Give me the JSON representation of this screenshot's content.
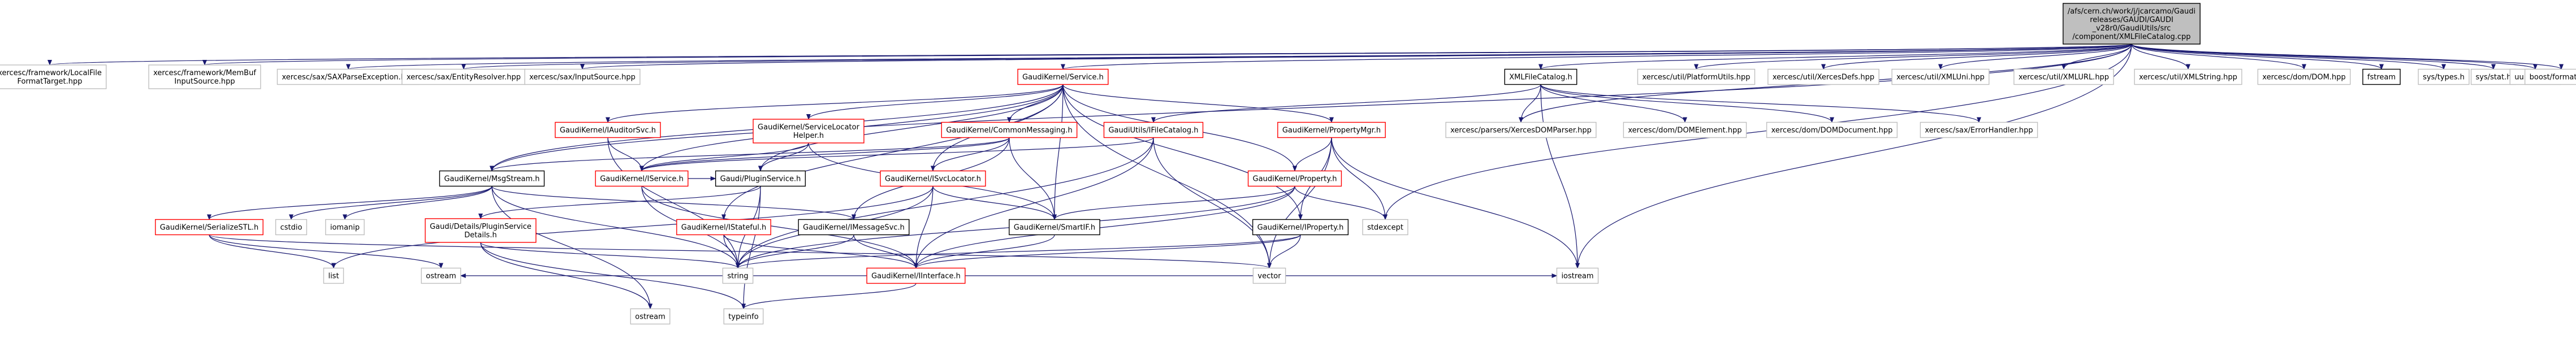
{
  "graph": {
    "colors": {
      "edge": "#191970",
      "default_border": "#bfbfbf",
      "undocumented_border": "#ff0000",
      "root_fill": "#bfbfbf",
      "root_border": "#000000",
      "documented_border": "#000000",
      "node_fill": "#ffffff"
    },
    "nodes": [
      {
        "id": "root",
        "lines": [
          "/afs/cern.ch/work/j/jcarcamo/Gaudi",
          "releases/GAUDI/GAUDI",
          "_v28r0/GaudiUtils/src",
          "/component/XMLFileCatalog.cpp"
        ],
        "style": "root"
      },
      {
        "id": "lft",
        "lines": [
          "xercesc/framework/LocalFile",
          "FormatTarget.hpp"
        ],
        "style": "default"
      },
      {
        "id": "mbi",
        "lines": [
          "xercesc/framework/MemBuf",
          "InputSource.hpp"
        ],
        "style": "default"
      },
      {
        "id": "sax",
        "lines": [
          "xercesc/sax/SAXParseException.hpp"
        ],
        "style": "default"
      },
      {
        "id": "ent",
        "lines": [
          "xercesc/sax/EntityResolver.hpp"
        ],
        "style": "default"
      },
      {
        "id": "inp",
        "lines": [
          "xercesc/sax/InputSource.hpp"
        ],
        "style": "default"
      },
      {
        "id": "svc",
        "lines": [
          "GaudiKernel/Service.h"
        ],
        "style": "red"
      },
      {
        "id": "xfc",
        "lines": [
          "XMLFileCatalog.h"
        ],
        "style": "black"
      },
      {
        "id": "upu",
        "lines": [
          "xercesc/util/PlatformUtils.hpp"
        ],
        "style": "default"
      },
      {
        "id": "xds",
        "lines": [
          "xercesc/util/XercesDefs.hpp"
        ],
        "style": "default"
      },
      {
        "id": "xuri",
        "lines": [
          "xercesc/util/XMLUni.hpp"
        ],
        "style": "default"
      },
      {
        "id": "xurl",
        "lines": [
          "xercesc/util/XMLURL.hpp"
        ],
        "style": "default"
      },
      {
        "id": "xstr",
        "lines": [
          "xercesc/util/XMLString.hpp"
        ],
        "style": "default"
      },
      {
        "id": "dom",
        "lines": [
          "xercesc/dom/DOM.hpp"
        ],
        "style": "default"
      },
      {
        "id": "fst",
        "lines": [
          "fstream"
        ],
        "style": "black"
      },
      {
        "id": "syt",
        "lines": [
          "sys/types.h"
        ],
        "style": "default"
      },
      {
        "id": "sst",
        "lines": [
          "sys/stat.h"
        ],
        "style": "default"
      },
      {
        "id": "uuid",
        "lines": [
          "uuid/uuid.h"
        ],
        "style": "default"
      },
      {
        "id": "bfmt",
        "lines": [
          "boost/format.hpp"
        ],
        "style": "default"
      },
      {
        "id": "ias",
        "lines": [
          "GaudiKernel/IAuditorSvc.h"
        ],
        "style": "red"
      },
      {
        "id": "slh",
        "lines": [
          "GaudiKernel/ServiceLocator",
          "Helper.h"
        ],
        "style": "red"
      },
      {
        "id": "cmsg",
        "lines": [
          "GaudiKernel/CommonMessaging.h"
        ],
        "style": "red"
      },
      {
        "id": "ifc",
        "lines": [
          "GaudiUtils/IFileCatalog.h"
        ],
        "style": "red"
      },
      {
        "id": "pmgr",
        "lines": [
          "GaudiKernel/PropertyMgr.h"
        ],
        "style": "red"
      },
      {
        "id": "xdp",
        "lines": [
          "xercesc/parsers/XercesDOMParser.hpp"
        ],
        "style": "default"
      },
      {
        "id": "dome",
        "lines": [
          "xercesc/dom/DOMElement.hpp"
        ],
        "style": "default"
      },
      {
        "id": "domd",
        "lines": [
          "xercesc/dom/DOMDocument.hpp"
        ],
        "style": "default"
      },
      {
        "id": "errh",
        "lines": [
          "xercesc/sax/ErrorHandler.hpp"
        ],
        "style": "default"
      },
      {
        "id": "msgs",
        "lines": [
          "GaudiKernel/MsgStream.h"
        ],
        "style": "black"
      },
      {
        "id": "isvc",
        "lines": [
          "GaudiKernel/IService.h"
        ],
        "style": "red"
      },
      {
        "id": "plug",
        "lines": [
          "Gaudi/PluginService.h"
        ],
        "style": "black"
      },
      {
        "id": "isloc",
        "lines": [
          "GaudiKernel/ISvcLocator.h"
        ],
        "style": "red"
      },
      {
        "id": "prop",
        "lines": [
          "GaudiKernel/Property.h"
        ],
        "style": "red"
      },
      {
        "id": "sstl",
        "lines": [
          "GaudiKernel/SerializeSTL.h"
        ],
        "style": "red"
      },
      {
        "id": "cstd",
        "lines": [
          "cstdio"
        ],
        "style": "default"
      },
      {
        "id": "iom",
        "lines": [
          "iomanip"
        ],
        "style": "default"
      },
      {
        "id": "pdet",
        "lines": [
          "Gaudi/Details/PluginService",
          "Details.h"
        ],
        "style": "red"
      },
      {
        "id": "imsg",
        "lines": [
          "GaudiKernel/IMessageSvc.h"
        ],
        "style": "black"
      },
      {
        "id": "smif",
        "lines": [
          "GaudiKernel/SmartIF.h"
        ],
        "style": "black"
      },
      {
        "id": "istat",
        "lines": [
          "GaudiKernel/IStateful.h"
        ],
        "style": "red"
      },
      {
        "id": "iprop",
        "lines": [
          "GaudiKernel/IProperty.h"
        ],
        "style": "black"
      },
      {
        "id": "stde",
        "lines": [
          "stdexcept"
        ],
        "style": "default"
      },
      {
        "id": "list",
        "lines": [
          "list"
        ],
        "style": "default"
      },
      {
        "id": "ostr",
        "lines": [
          "ostream"
        ],
        "style": "default"
      },
      {
        "id": "strg",
        "lines": [
          "string"
        ],
        "style": "default"
      },
      {
        "id": "iint",
        "lines": [
          "GaudiKernel/IInterface.h"
        ],
        "style": "red"
      },
      {
        "id": "vect",
        "lines": [
          "vector"
        ],
        "style": "default"
      },
      {
        "id": "iost",
        "lines": [
          "iostream"
        ],
        "style": "default"
      },
      {
        "id": "cstr",
        "lines": [
          "ostream"
        ],
        "style": "default"
      },
      {
        "id": "tinf",
        "lines": [
          "typeinfo"
        ],
        "style": "default"
      }
    ],
    "edges": [
      [
        "root",
        "lft"
      ],
      [
        "root",
        "mbi"
      ],
      [
        "root",
        "sax"
      ],
      [
        "root",
        "ent"
      ],
      [
        "root",
        "inp"
      ],
      [
        "root",
        "svc"
      ],
      [
        "root",
        "xfc"
      ],
      [
        "root",
        "upu"
      ],
      [
        "root",
        "xds"
      ],
      [
        "root",
        "xuri"
      ],
      [
        "root",
        "xurl"
      ],
      [
        "root",
        "xstr"
      ],
      [
        "root",
        "dom"
      ],
      [
        "root",
        "fst"
      ],
      [
        "root",
        "syt"
      ],
      [
        "root",
        "sst"
      ],
      [
        "root",
        "uuid"
      ],
      [
        "root",
        "bfmt"
      ],
      [
        "root",
        "msgs"
      ],
      [
        "root",
        "xdp"
      ],
      [
        "root",
        "stde"
      ],
      [
        "root",
        "iost"
      ],
      [
        "svc",
        "ias"
      ],
      [
        "svc",
        "slh"
      ],
      [
        "svc",
        "cmsg"
      ],
      [
        "svc",
        "pmgr"
      ],
      [
        "svc",
        "isvc"
      ],
      [
        "svc",
        "plug"
      ],
      [
        "svc",
        "isloc"
      ],
      [
        "svc",
        "istat"
      ],
      [
        "svc",
        "prop"
      ],
      [
        "svc",
        "iprop"
      ],
      [
        "svc",
        "smif"
      ],
      [
        "svc",
        "msgs"
      ],
      [
        "svc",
        "vect"
      ],
      [
        "xfc",
        "ifc"
      ],
      [
        "xfc",
        "xdp"
      ],
      [
        "xfc",
        "dome"
      ],
      [
        "xfc",
        "domd"
      ],
      [
        "xfc",
        "errh"
      ],
      [
        "xfc",
        "iost"
      ],
      [
        "ias",
        "isvc"
      ],
      [
        "ias",
        "strg"
      ],
      [
        "slh",
        "isvc"
      ],
      [
        "slh",
        "plug"
      ],
      [
        "slh",
        "smif"
      ],
      [
        "cmsg",
        "isvc"
      ],
      [
        "cmsg",
        "isloc"
      ],
      [
        "cmsg",
        "imsg"
      ],
      [
        "cmsg",
        "smif"
      ],
      [
        "cmsg",
        "msgs"
      ],
      [
        "ifc",
        "isvc"
      ],
      [
        "ifc",
        "strg"
      ],
      [
        "ifc",
        "vect"
      ],
      [
        "ifc",
        "iint"
      ],
      [
        "pmgr",
        "prop"
      ],
      [
        "pmgr",
        "iprop"
      ],
      [
        "pmgr",
        "stde"
      ],
      [
        "pmgr",
        "iost"
      ],
      [
        "pmgr",
        "vect"
      ],
      [
        "msgs",
        "sstl"
      ],
      [
        "msgs",
        "cstd"
      ],
      [
        "msgs",
        "iom"
      ],
      [
        "msgs",
        "imsg"
      ],
      [
        "msgs",
        "strg"
      ],
      [
        "msgs",
        "cstr"
      ],
      [
        "isvc",
        "plug"
      ],
      [
        "isvc",
        "iint"
      ],
      [
        "isvc",
        "strg"
      ],
      [
        "plug",
        "pdet"
      ],
      [
        "plug",
        "strg"
      ],
      [
        "plug",
        "tinf"
      ],
      [
        "isloc",
        "smif"
      ],
      [
        "isloc",
        "iint"
      ],
      [
        "isloc",
        "strg"
      ],
      [
        "isloc",
        "list"
      ],
      [
        "prop",
        "smif"
      ],
      [
        "prop",
        "iint"
      ],
      [
        "prop",
        "stde"
      ],
      [
        "prop",
        "strg"
      ],
      [
        "sstl",
        "list"
      ],
      [
        "sstl",
        "ostr"
      ],
      [
        "sstl",
        "vect"
      ],
      [
        "pdet",
        "strg"
      ],
      [
        "pdet",
        "tinf"
      ],
      [
        "pdet",
        "cstr"
      ],
      [
        "imsg",
        "iint"
      ],
      [
        "imsg",
        "strg"
      ],
      [
        "smif",
        "iint"
      ],
      [
        "istat",
        "iint"
      ],
      [
        "istat",
        "strg"
      ],
      [
        "iprop",
        "iint"
      ],
      [
        "iprop",
        "strg"
      ],
      [
        "iprop",
        "vect"
      ],
      [
        "iint",
        "tinf"
      ],
      [
        "iint",
        "ostr"
      ],
      [
        "iint",
        "iost"
      ]
    ]
  }
}
